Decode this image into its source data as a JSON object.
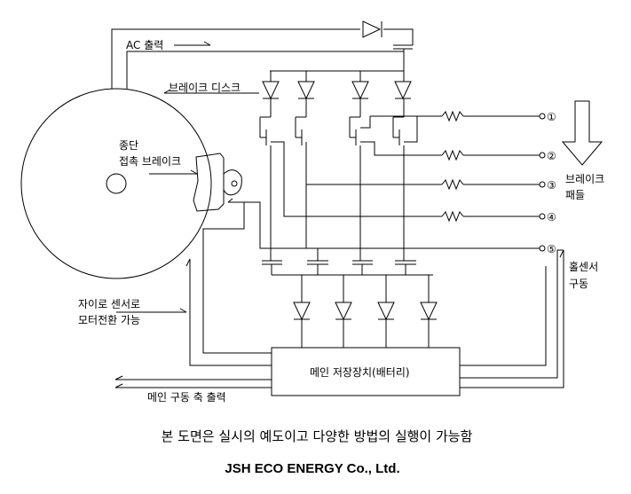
{
  "labels": {
    "ac_output": "AC 출력",
    "brake_disk": "브레이크 디스크",
    "end_contact_line1": "종단",
    "end_contact_line2": "접촉 브레이크",
    "brake_pedal_line1": "브레이크",
    "brake_pedal_line2": "패들",
    "hall_sensor_line1": "홀센서",
    "hall_sensor_line2": "구동",
    "gyro_line1": "자이로 센서로",
    "gyro_line2": "모터전환 가능",
    "main_storage": "메인 저장장치(배터리)",
    "main_drive_output": "메인 구동 축 출력"
  },
  "terminals": [
    "①",
    "②",
    "③",
    "④",
    "⑤"
  ],
  "caption": "본 도면은 실시의 예도이고 다양한 방법의 실행이 가능함",
  "company": "JSH ECO ENERGY Co., Ltd."
}
